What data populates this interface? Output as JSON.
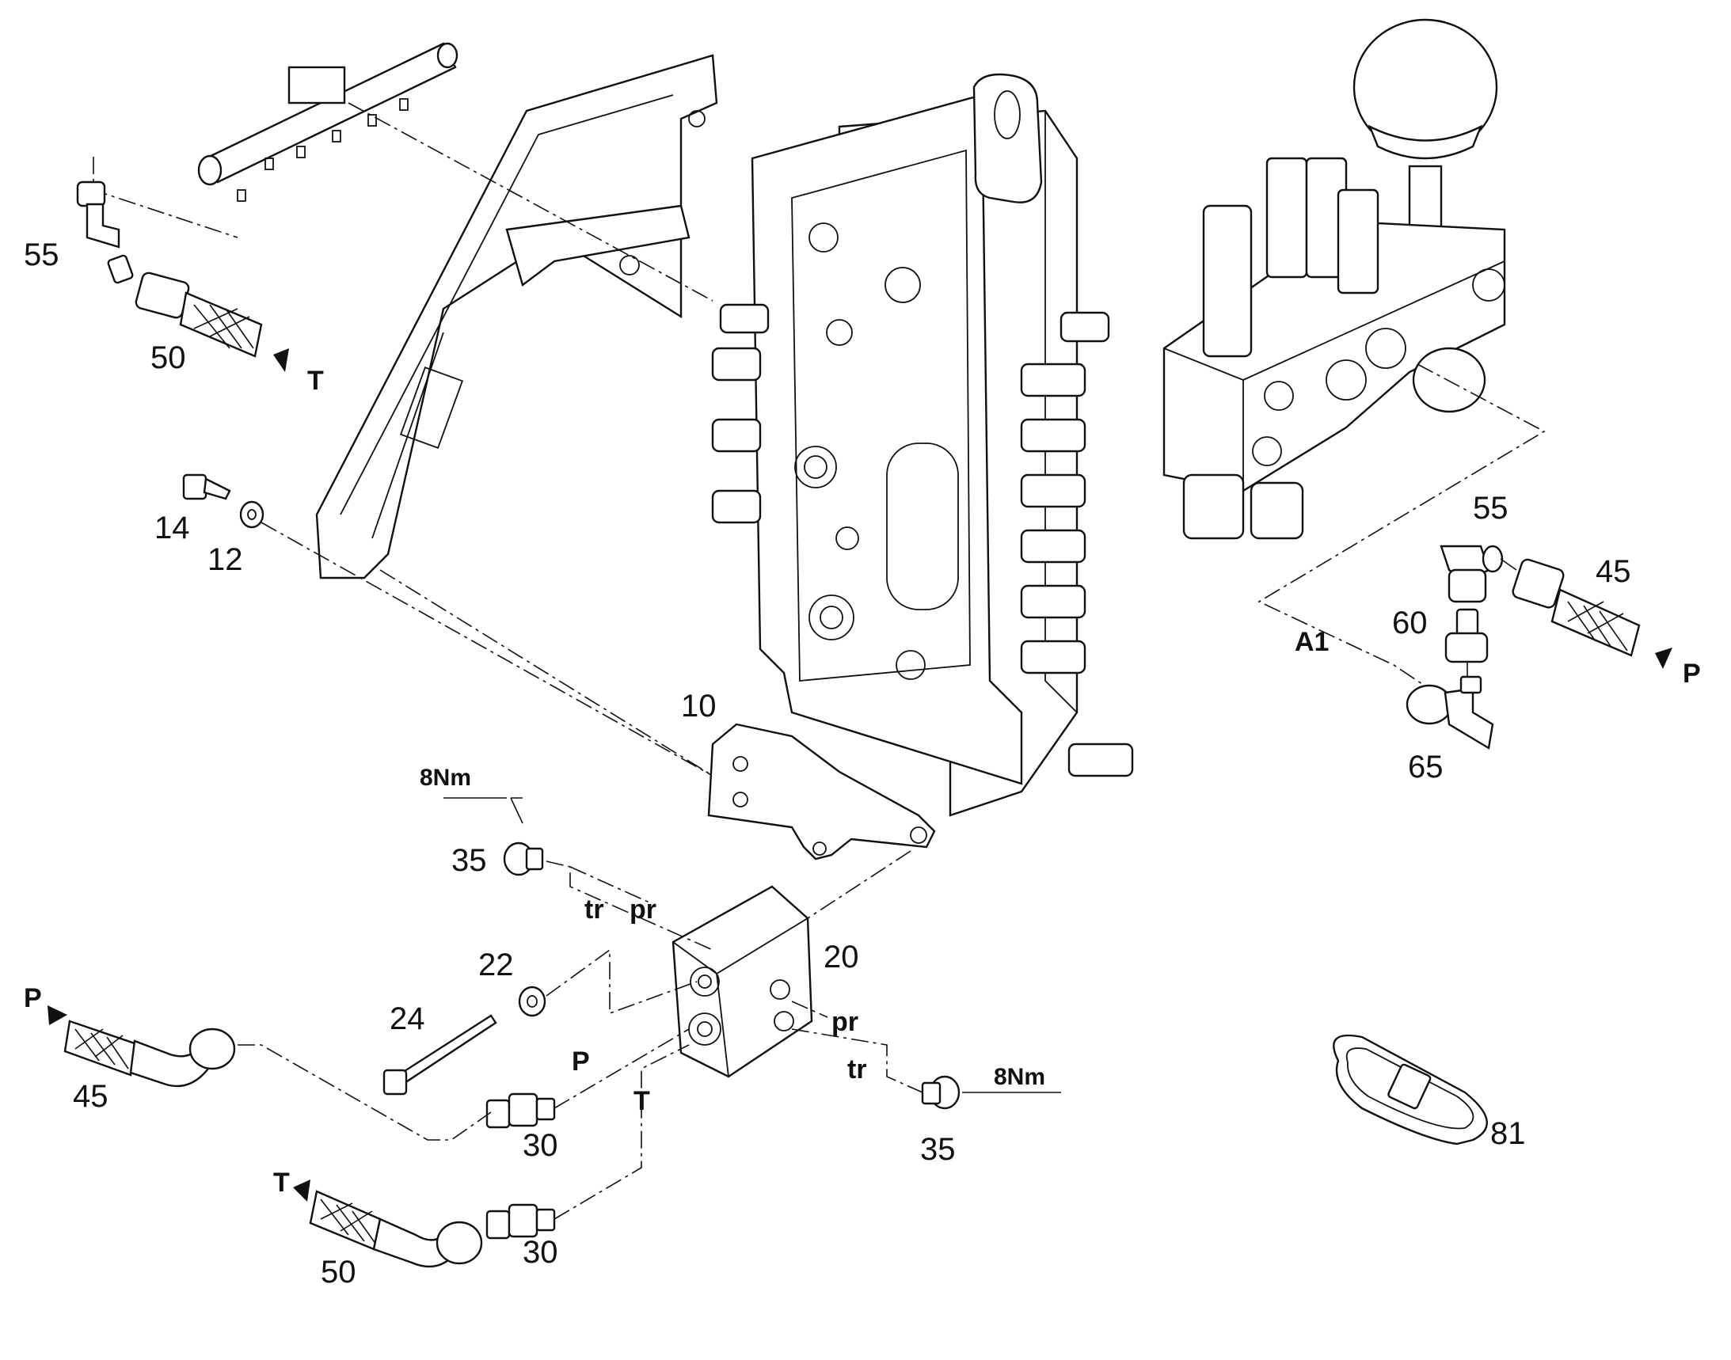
{
  "callouts": {
    "c55a": "55",
    "c50a": "50",
    "c14": "14",
    "c12": "12",
    "c10": "10",
    "c35a": "35",
    "c22": "22",
    "c24": "24",
    "c20": "20",
    "c45a": "45",
    "c30a": "30",
    "c30b": "30",
    "c50b": "50",
    "c35b": "35",
    "c55b": "55",
    "c45b": "45",
    "c60": "60",
    "c65": "65",
    "c81": "81"
  },
  "port_labels": {
    "t_top": "T",
    "p_right": "P",
    "a1": "A1",
    "tr_top": "tr",
    "pr_top": "pr",
    "pr_side": "pr",
    "tr_side": "tr",
    "p_mid": "P",
    "t_mid": "T",
    "p_left": "P",
    "t_bottom": "T"
  },
  "torque": {
    "upper": "8Nm",
    "lower": "8Nm"
  }
}
